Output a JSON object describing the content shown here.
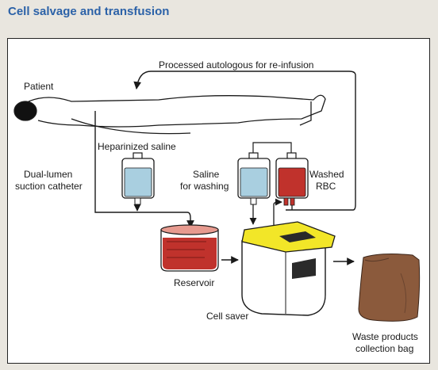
{
  "title": "Cell salvage and transfusion",
  "labels": {
    "processed": "Processed autologous for re-infusion",
    "patient": "Patient",
    "heparinized": "Heparinized saline",
    "dual_lumen_1": "Dual-lumen",
    "dual_lumen_2": "suction catheter",
    "saline_1": "Saline",
    "saline_2": "for washing",
    "washed_1": "Washed",
    "washed_2": "RBC",
    "reservoir": "Reservoir",
    "cell_saver": "Cell saver",
    "waste_1": "Waste products",
    "waste_2": "collection bag"
  },
  "colors": {
    "title": "#2c62a8",
    "saline_fluid": "#a9cfe0",
    "blood": "#c0322c",
    "device_top": "#f2e628",
    "waste_bag": "#8b5a3c"
  }
}
